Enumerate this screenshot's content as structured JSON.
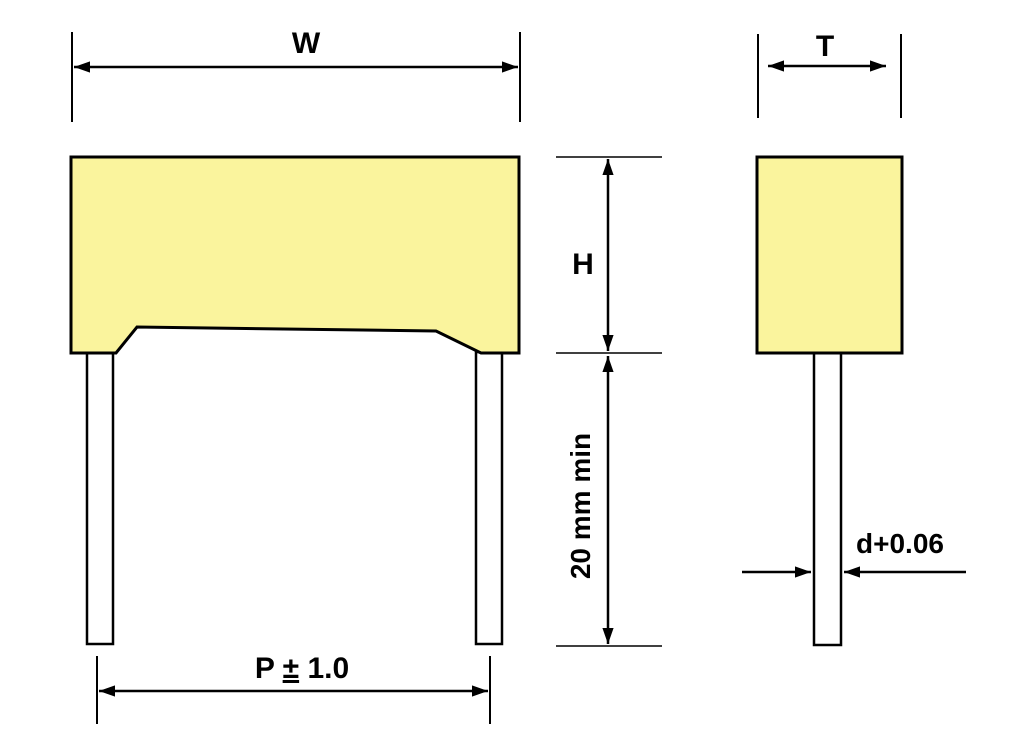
{
  "labels": {
    "width": "W",
    "thickness": "T",
    "height": "H",
    "lead_length": "20 mm min",
    "lead_diameter": "d+0.06",
    "pitch_prefix": "P ",
    "pitch_pm": "±",
    "pitch_value": " 1.0"
  },
  "colors": {
    "body_fill": "#FAF49D",
    "lead_fill": "#FFFFFF",
    "outline": "#000000"
  }
}
